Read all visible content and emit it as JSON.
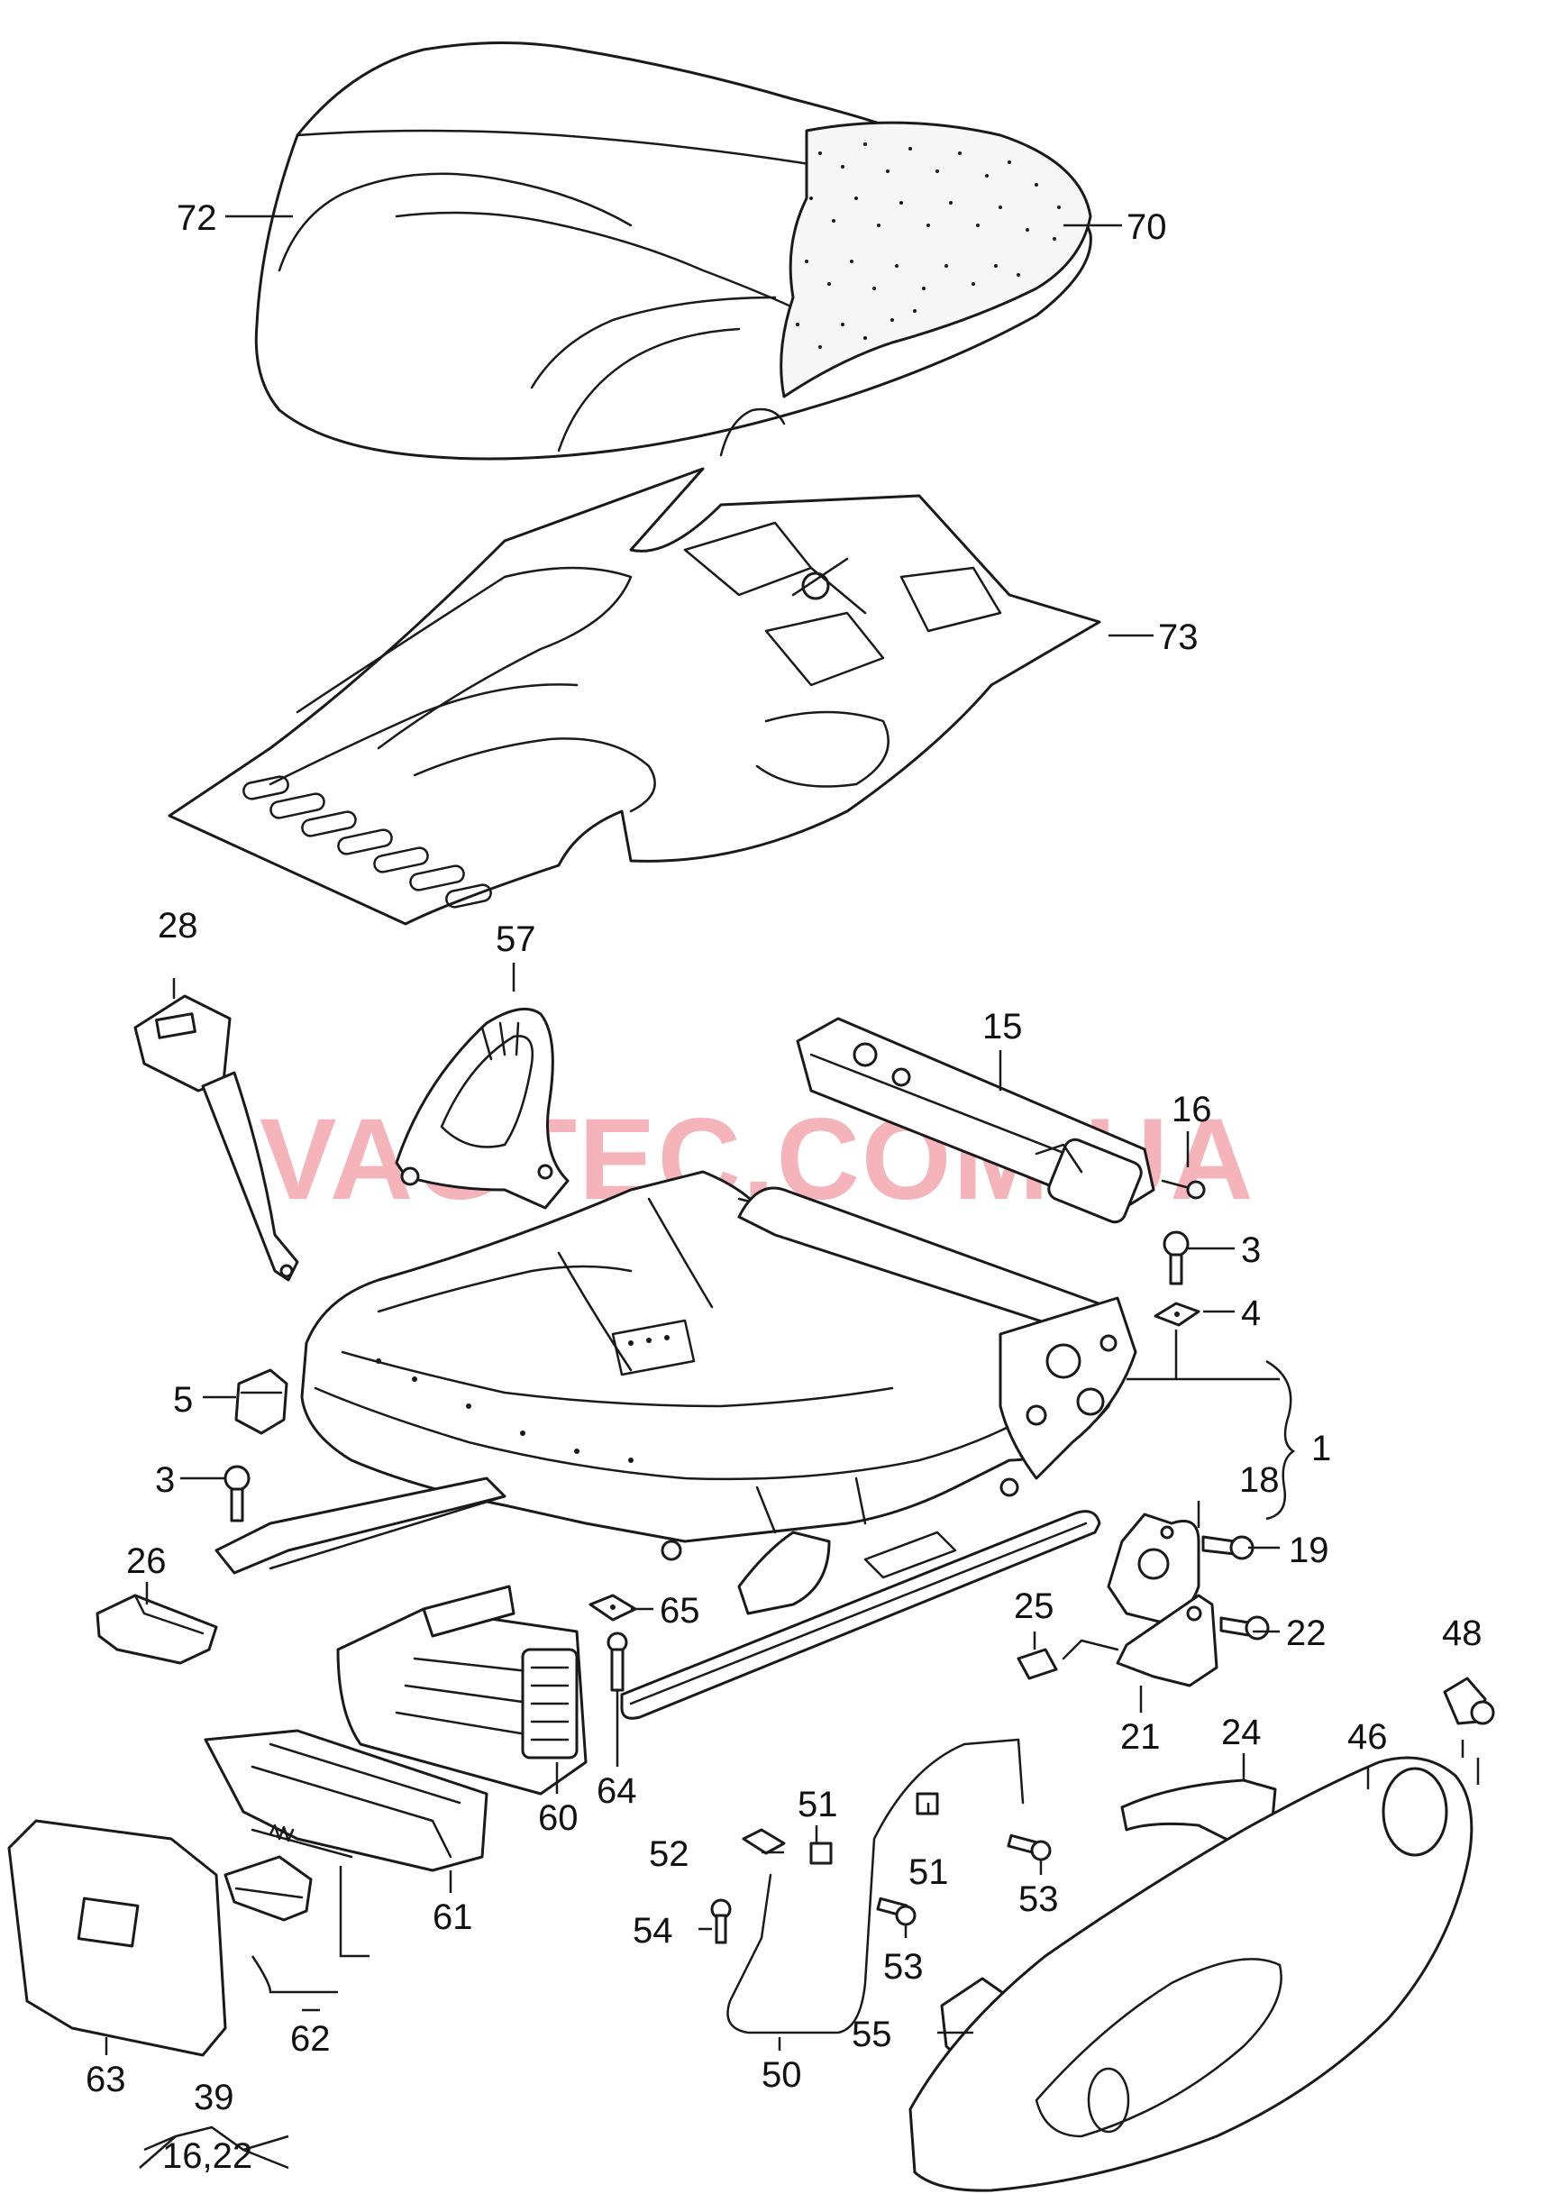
{
  "watermark": "VAGTEC.COM.UA",
  "callouts": {
    "c72": "72",
    "c70": "70",
    "c73": "73",
    "c28": "28",
    "c57": "57",
    "c15": "15",
    "c16": "16",
    "c3a": "3",
    "c4": "4",
    "c5": "5",
    "c1": "1",
    "c3b": "3",
    "c18": "18",
    "c19": "19",
    "c26": "26",
    "c65": "65",
    "c25": "25",
    "c22": "22",
    "c48": "48",
    "c21": "21",
    "c24": "24",
    "c46": "46",
    "c64": "64",
    "c60": "60",
    "c61": "61",
    "c51a": "51",
    "c52": "52",
    "c51b": "51",
    "c53a": "53",
    "c54": "54",
    "c53b": "53",
    "c55": "55",
    "c50": "50",
    "c63": "63",
    "c62": "62",
    "c39": "39",
    "c39sub": "16,22"
  }
}
